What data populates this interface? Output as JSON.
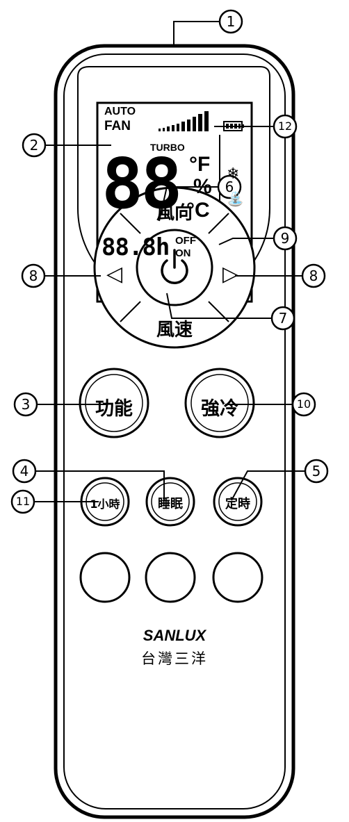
{
  "callouts": [
    "1",
    "2",
    "3",
    "4",
    "5",
    "6",
    "7",
    "8",
    "8",
    "9",
    "10",
    "11",
    "12"
  ],
  "lcd": {
    "auto_label": "AUTO",
    "fan_label": "FAN",
    "turbo_label": "TURBO",
    "temp_digits": "88",
    "unit_f": "°F",
    "unit_percent": "%",
    "unit_c": "°C",
    "timer_digits": "88.8h",
    "off_label": "OFF",
    "on_label": "ON",
    "snowflake_symbol": "❄",
    "dry_symbol": "⛲"
  },
  "buttons": {
    "swing": "風向",
    "fan_speed": "風速",
    "left_arrow": "◁",
    "right_arrow": "▷",
    "function": "功能",
    "turbo_cool": "強冷",
    "one_hour": "1小時",
    "sleep": "睡眠",
    "timer": "定時"
  },
  "brand": {
    "name": "SANLUX",
    "subtitle": "台灣三洋"
  },
  "colors": {
    "line": "#000000",
    "background": "#ffffff"
  }
}
